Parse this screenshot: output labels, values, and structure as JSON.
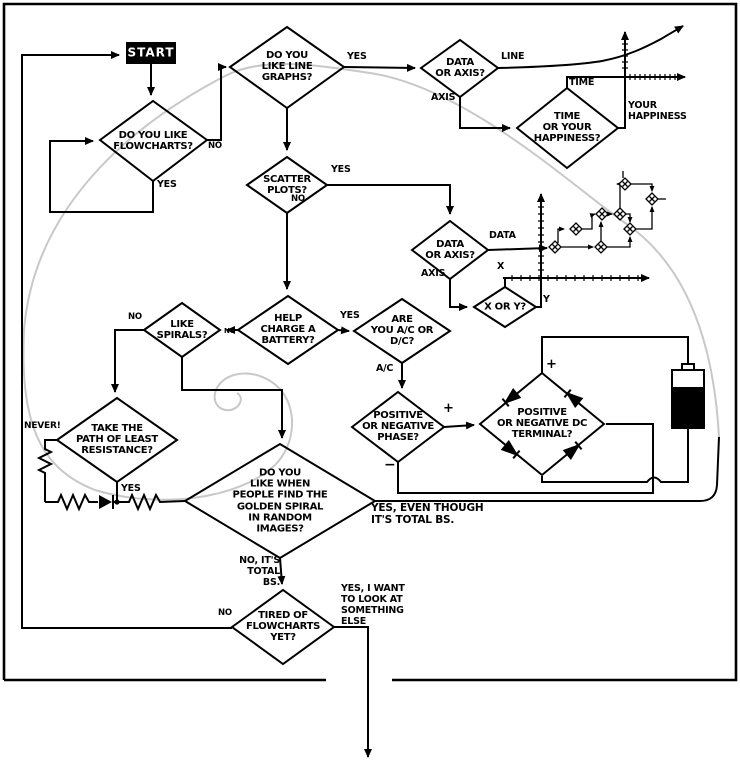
{
  "nodes": {
    "start": "START",
    "like_flowcharts": "DO YOU LIKE\nFLOWCHARTS?",
    "like_line_graphs": "DO YOU\nLIKE LINE\nGRAPHS?",
    "data_or_axis_1": "DATA\nOR AXIS?",
    "time_or_happiness": "TIME\nOR YOUR\nHAPPINESS?",
    "scatter_plots": "SCATTER\nPLOTS?",
    "data_or_axis_2": "DATA\nOR AXIS?",
    "x_or_y": "X OR Y?",
    "help_charge_battery": "HELP\nCHARGE A\nBATTERY?",
    "like_spirals": "LIKE\nSPIRALS?",
    "take_path_least_resistance": "TAKE THE\nPATH OF LEAST\nRESISTANCE?",
    "are_you_ac_or_dc": "ARE\nYOU A/C OR\nD/C?",
    "pos_neg_phase": "POSITIVE\nOR NEGATIVE\nPHASE?",
    "pos_neg_dc_terminal": "POSITIVE\nOR NEGATIVE DC\nTERMINAL?",
    "golden_spiral": "DO YOU\nLIKE WHEN\nPEOPLE FIND THE\nGOLDEN SPIRAL\nIN RANDOM\nIMAGES?",
    "tired_of_flowcharts": "TIRED OF\nFLOWCHARTS\nYET?"
  },
  "edges": {
    "flowcharts_no": "NO",
    "flowcharts_yes": "YES",
    "line_graphs_yes": "YES",
    "line": "LINE",
    "axis_to_time": "AXIS",
    "time": "TIME",
    "your_happiness": "YOUR\nHAPPINESS",
    "scatter_yes": "YES",
    "scatter_no": "NO",
    "data": "DATA",
    "axis_to_xy": "AXIS",
    "x": "X",
    "y": "Y",
    "battery_yes": "YES",
    "battery_no": "NO",
    "spirals_no": "NO",
    "never": "NEVER!",
    "path_yes": "YES",
    "ac": "A/C",
    "phase_plus": "+",
    "phase_minus": "−",
    "dc_plus": "+",
    "golden_yes": "YES, EVEN THOUGH\nIT'S TOTAL BS.",
    "golden_no": "NO, IT'S\nTOTAL BS.",
    "tired_no": "NO",
    "tired_yes": "YES, I WANT\nTO LOOK AT\nSOMETHING\nELSE"
  },
  "colors": {
    "ink": "#000000",
    "spiral": "#c8c8c8",
    "background": "#ffffff"
  }
}
